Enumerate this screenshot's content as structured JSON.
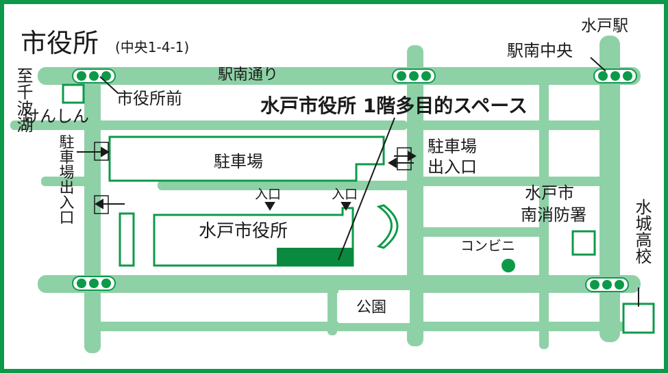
{
  "title": {
    "main": "市役所",
    "address": "(中央1-4-1)"
  },
  "stations": {
    "mito_station": "水戸駅"
  },
  "roads": {
    "ekinan_dori": "駅南通り"
  },
  "vertical_labels": {
    "senba_lake": "至千波湖",
    "parking_left": "駐車場出入口",
    "mito_castle_hs": "水城高校"
  },
  "bus_stops": {
    "city_hall_mae": "市役所前",
    "ekinan_chuo": "駅南中央"
  },
  "places": {
    "kenshin": "けんしん",
    "parking_lot": "駐車場",
    "parking_entrance_right_1": "駐車場",
    "parking_entrance_right_2": "出入口",
    "city_hall": "水戸市役所",
    "entrance_1": "入口",
    "entrance_2": "入口",
    "fire_station_1": "水戸市",
    "fire_station_2": "南消防署",
    "convenience_store": "コンビニ",
    "park": "公園"
  },
  "callout": {
    "venue": "水戸市役所 1階多目的スペース"
  },
  "colors": {
    "frame": "#0c9a4a",
    "road": "#8fd1a7",
    "road_edge": "#7cc497",
    "highlight": "#0a8a3e",
    "signal_dot": "#0c9a4a"
  }
}
